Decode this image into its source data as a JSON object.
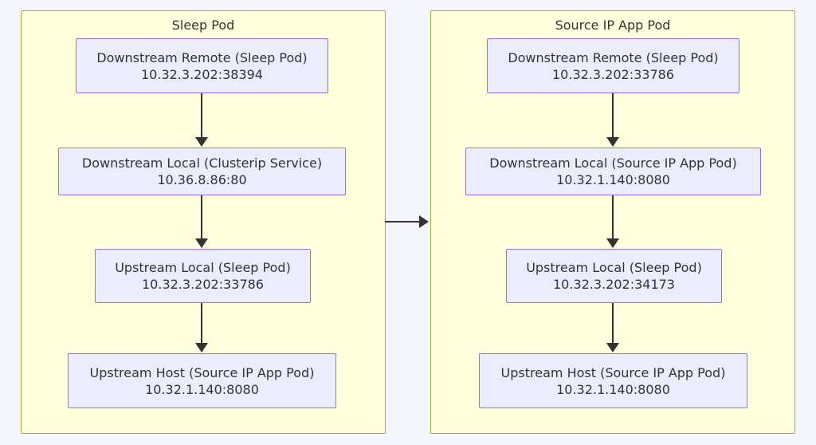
{
  "diagram": {
    "type": "flowchart",
    "background_color": "#f5f6fd",
    "cluster_fill": "#ffffde",
    "cluster_border": "#aaaa33",
    "node_fill": "#ececff",
    "node_border": "#9370db",
    "edge_color": "#333333",
    "clusters": [
      {
        "id": "sleep-pod",
        "title": "Sleep Pod",
        "nodes": [
          {
            "id": "left-n1",
            "line1": "Downstream Remote (Sleep Pod)",
            "line2": "10.32.3.202:38394"
          },
          {
            "id": "left-n2",
            "line1": "Downstream Local (Clusterip Service)",
            "line2": "10.36.8.86:80"
          },
          {
            "id": "left-n3",
            "line1": "Upstream Local (Sleep Pod)",
            "line2": "10.32.3.202:33786"
          },
          {
            "id": "left-n4",
            "line1": "Upstream Host (Source IP App Pod)",
            "line2": "10.32.1.140:8080"
          }
        ]
      },
      {
        "id": "source-ip-app-pod",
        "title": "Source IP App Pod",
        "nodes": [
          {
            "id": "right-n1",
            "line1": "Downstream Remote (Sleep Pod)",
            "line2": "10.32.3.202:33786"
          },
          {
            "id": "right-n2",
            "line1": "Downstream Local (Source IP App Pod)",
            "line2": "10.32.1.140:8080"
          },
          {
            "id": "right-n3",
            "line1": "Upstream Local (Sleep Pod)",
            "line2": "10.32.3.202:34173"
          },
          {
            "id": "right-n4",
            "line1": "Upstream Host (Source IP App Pod)",
            "line2": "10.32.1.140:8080"
          }
        ]
      }
    ]
  }
}
